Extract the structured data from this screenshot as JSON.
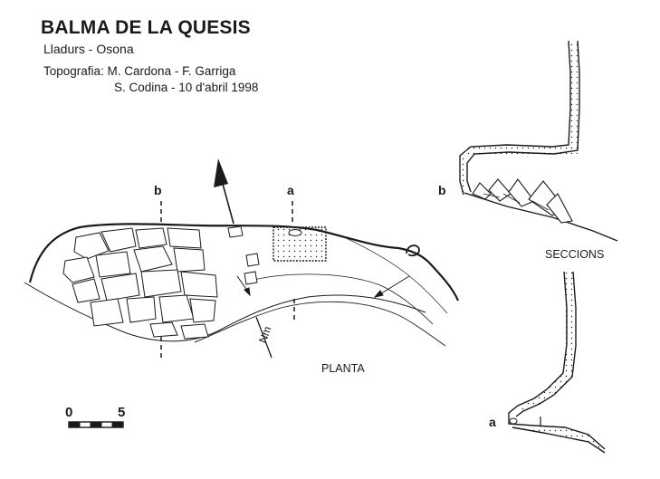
{
  "header": {
    "title": "BALMA DE LA QUESIS",
    "location": "Lladurs - Osona",
    "credits_line1": "Topografia: M. Cardona - F. Garriga",
    "credits_line2": "S. Codina - 10 d'abril 1998"
  },
  "plan": {
    "label": "PLANTA",
    "north_label": "Nm",
    "section_b_label": "b",
    "section_a_label": "a"
  },
  "sections": {
    "label": "SECCIONS",
    "section_b_label": "b",
    "section_a_label": "a"
  },
  "scale_bar": {
    "start_label": "0",
    "end_label": "5"
  },
  "colors": {
    "ink": "#1a1a1a",
    "background": "#ffffff"
  }
}
